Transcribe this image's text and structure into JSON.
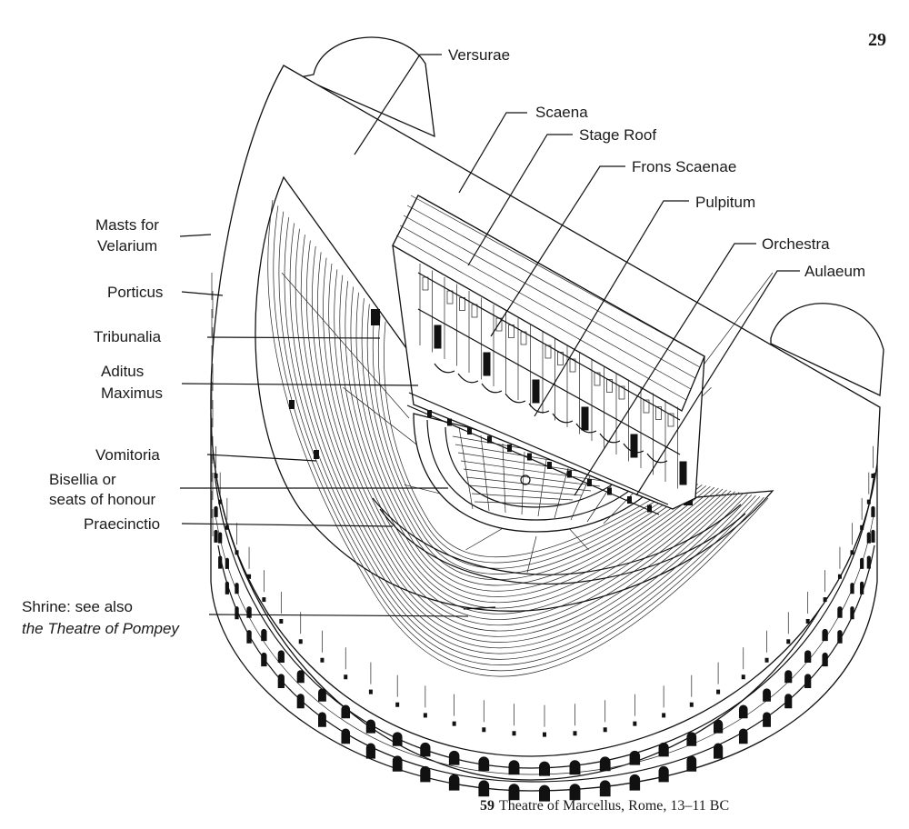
{
  "page_number": "29",
  "labels": {
    "versurae": "Versurae",
    "scaena": "Scaena",
    "stage_roof": "Stage Roof",
    "frons_scaenae": "Frons Scaenae",
    "pulpitum": "Pulpitum",
    "orchestra": "Orchestra",
    "aulaeum": "Aulaeum",
    "masts_line1": "Masts for",
    "masts_line2": "Velarium",
    "porticus": "Porticus",
    "tribunalia": "Tribunalia",
    "aditus_line1": "Aditus",
    "aditus_line2": "Maximus",
    "vomitoria": "Vomitoria",
    "bisellia_line1": "Bisellia or",
    "bisellia_line2": "seats of honour",
    "praecinctio": "Praecinctio",
    "shrine_line1_a": "Shrine: ",
    "shrine_line1_b": "see also",
    "shrine_line2": "the Theatre of Pompey"
  },
  "caption": {
    "number": "59",
    "text": "Theatre of Marcellus, Rome, 13–11 BC"
  }
}
